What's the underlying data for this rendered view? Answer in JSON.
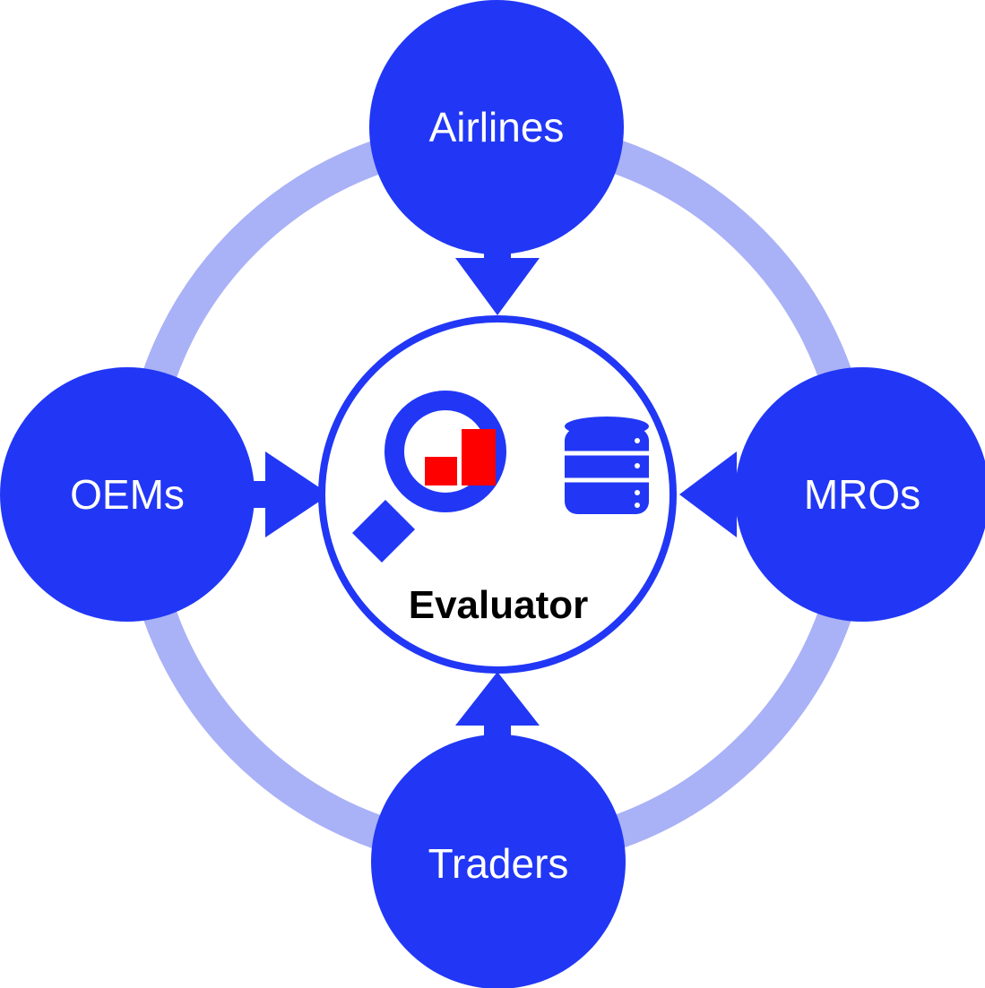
{
  "diagram": {
    "nodes": {
      "top": {
        "label": "Airlines"
      },
      "left": {
        "label": "OEMs"
      },
      "right": {
        "label": "MROs"
      },
      "bottom": {
        "label": "Traders"
      }
    },
    "center": {
      "label": "Evaluator"
    },
    "icons": [
      "magnifier-chart-icon",
      "database-icon"
    ]
  },
  "colors": {
    "node_fill": "#2137f5",
    "ring": "#a9b1f7",
    "center_stroke": "#2137f5",
    "bars": "#ff0000"
  }
}
